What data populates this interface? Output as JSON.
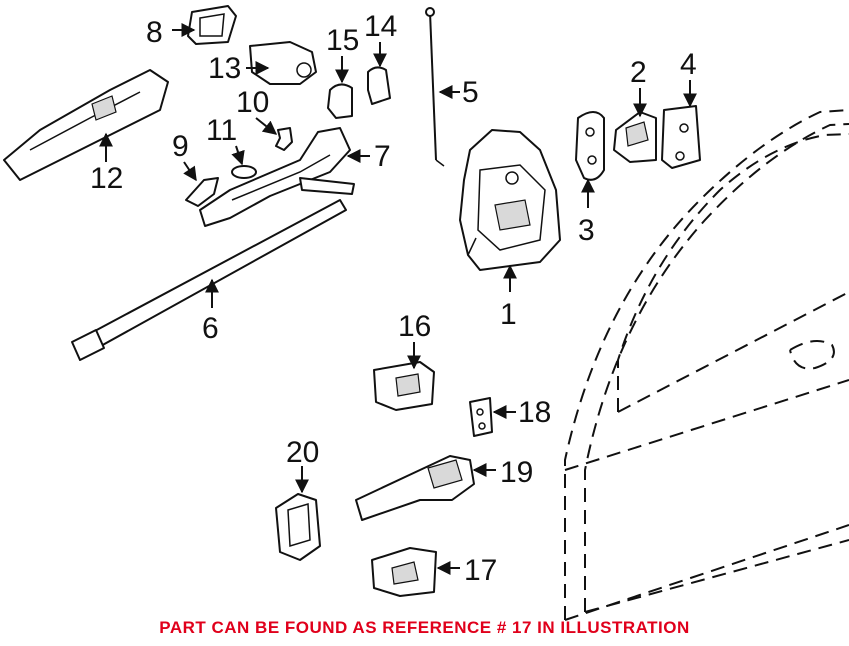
{
  "diagram": {
    "callouts": [
      "1",
      "2",
      "3",
      "4",
      "5",
      "6",
      "7",
      "8",
      "9",
      "10",
      "11",
      "12",
      "13",
      "14",
      "15",
      "16",
      "17",
      "18",
      "19",
      "20"
    ],
    "footnote": "PART CAN BE FOUND AS REFERENCE # 17 IN ILLUSTRATION",
    "colors": {
      "line": "#111111",
      "footnote": "#e0001b",
      "background": "#ffffff"
    }
  }
}
